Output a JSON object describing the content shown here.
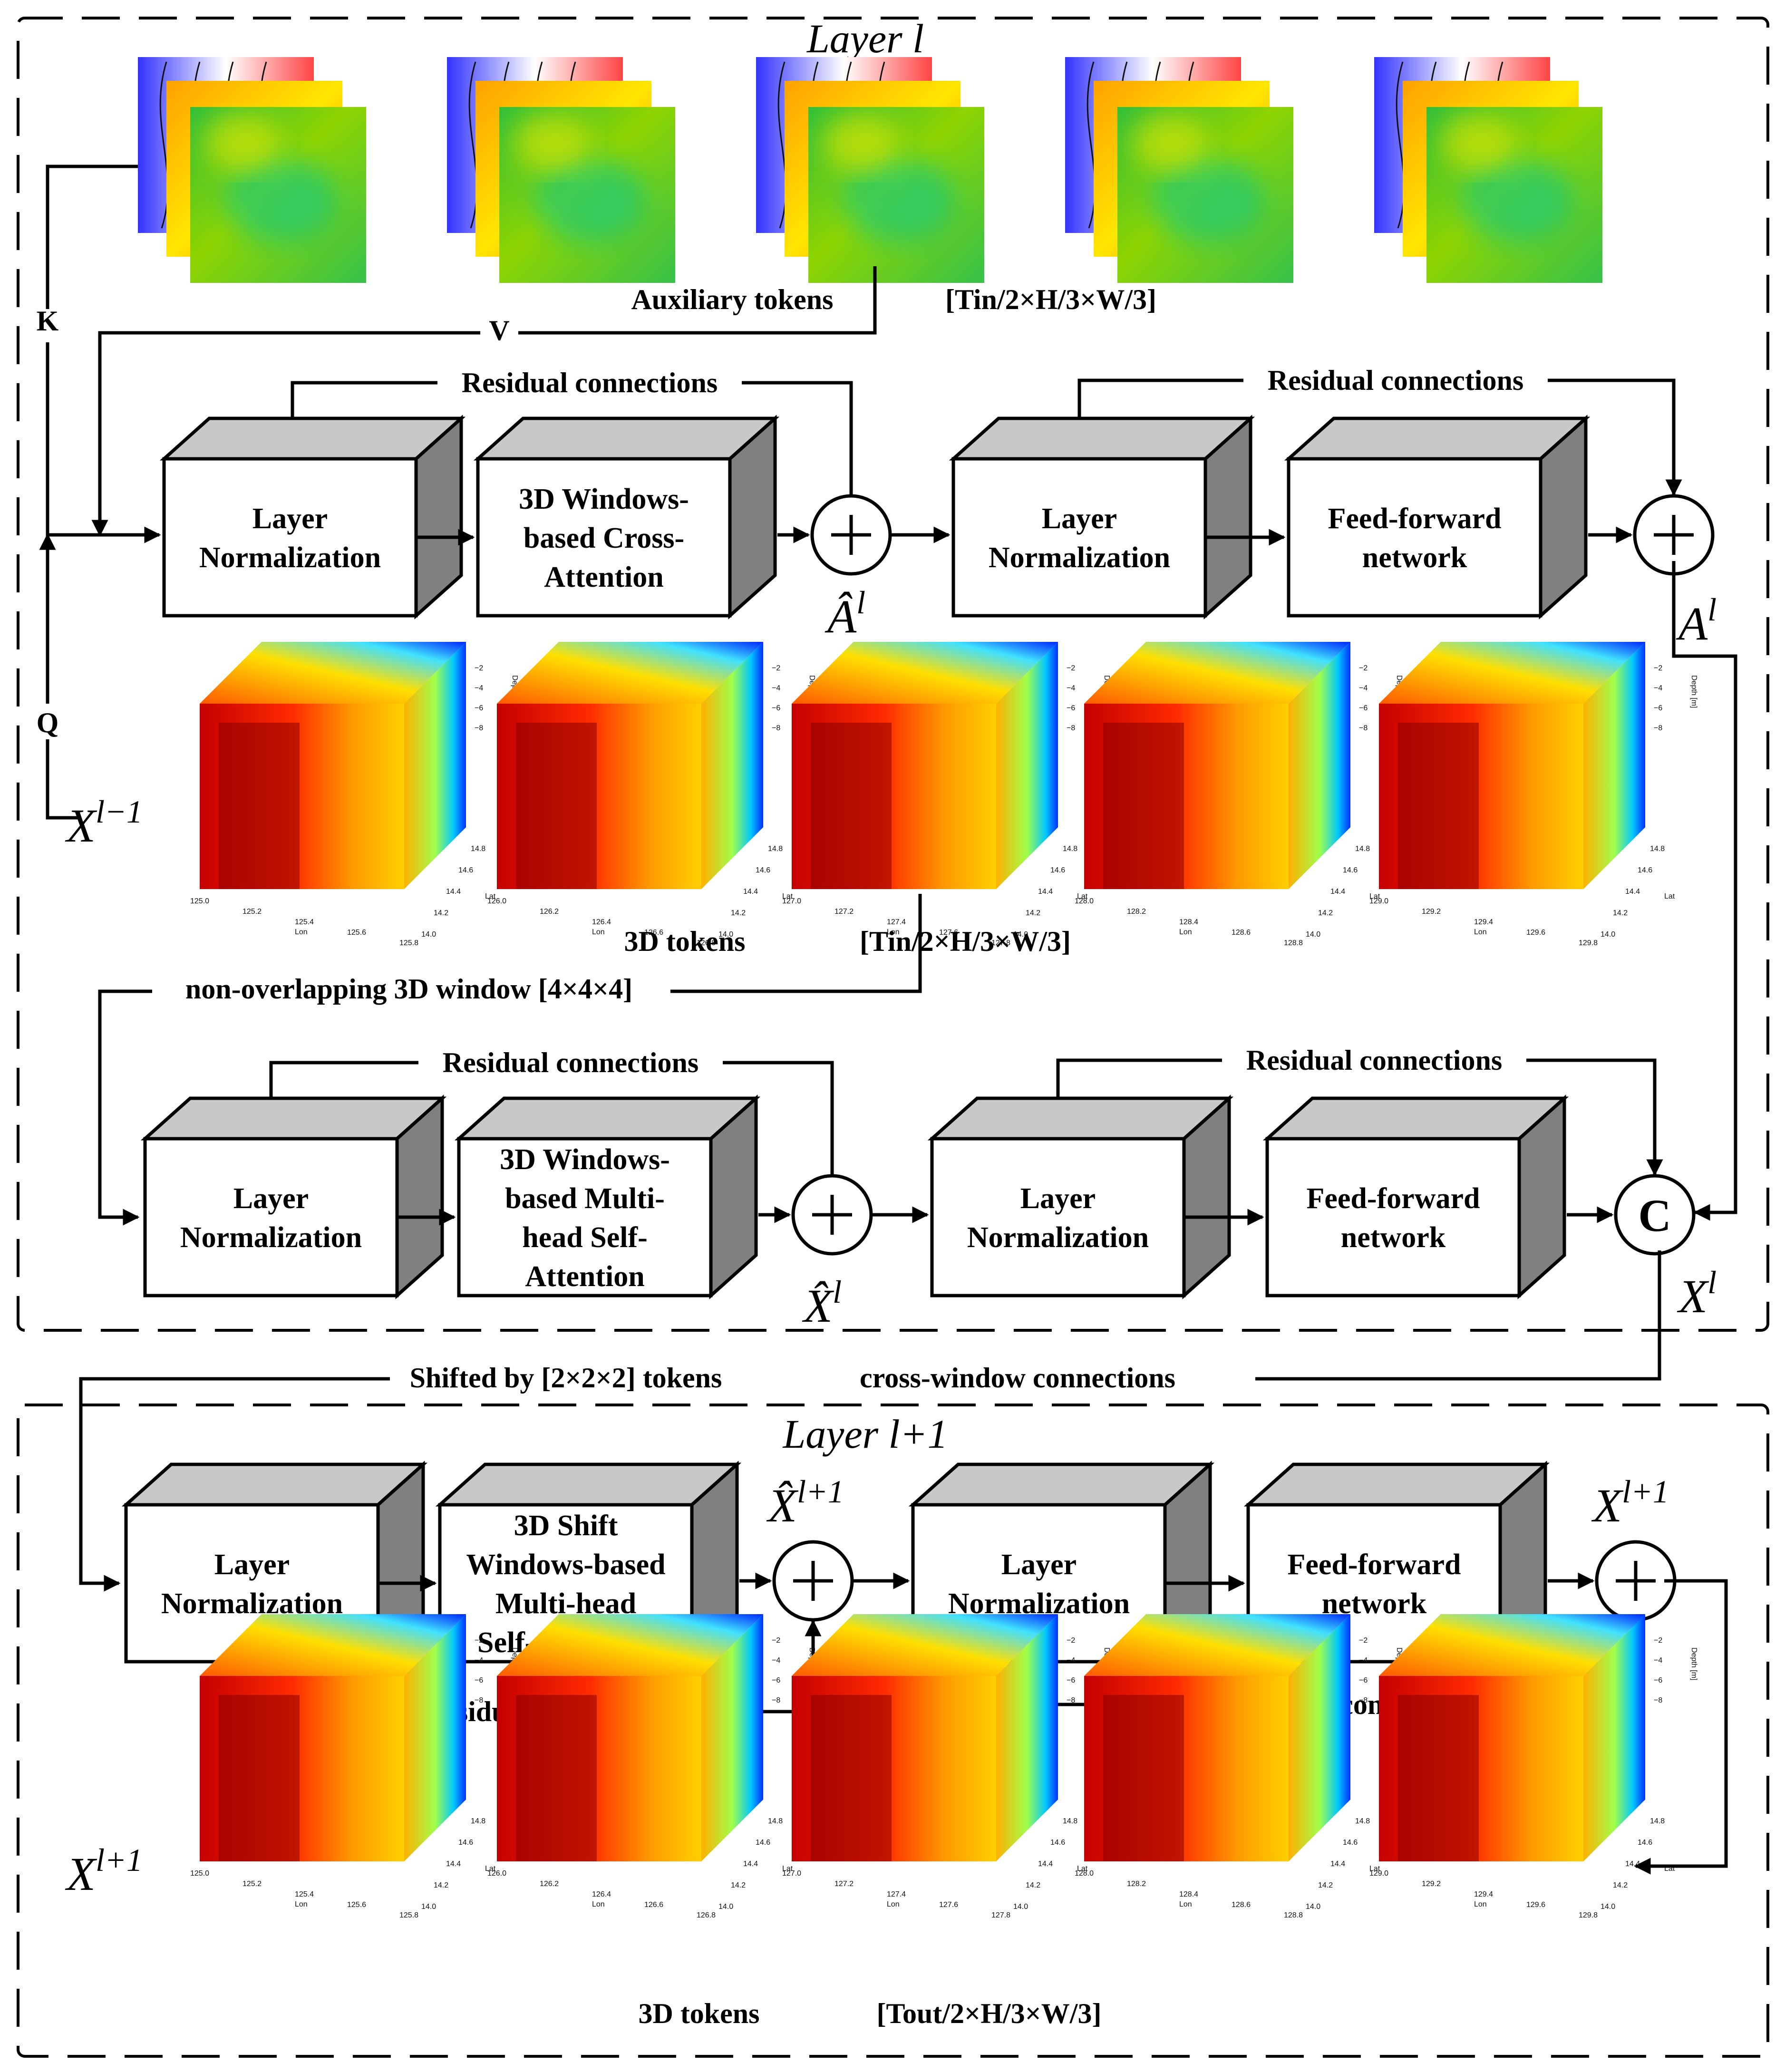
{
  "colors": {
    "line": "#000000",
    "cube_top": "#c8c8c8",
    "cube_side": "#808080",
    "cube_front": "#ffffff"
  },
  "layer_l": {
    "title": "Layer  l",
    "aux_tokens_label": "Auxiliary tokens",
    "aux_tokens_shape": "[Tin/2×H/3×W/3]",
    "K": "K",
    "V": "V",
    "Q": "Q",
    "input": "X",
    "input_sup": "l−1",
    "row1": {
      "ln1": [
        "Layer",
        "Normalization"
      ],
      "attn": [
        "3D Windows-",
        "based Cross-",
        "Attention"
      ],
      "ln2": [
        "Layer",
        "Normalization"
      ],
      "ffn": [
        "Feed-forward",
        "network"
      ],
      "res1": "Residual connections",
      "res2": "Residual connections",
      "sum1": "Â",
      "sum1_sup": "l",
      "sum2": "A",
      "sum2_sup": "l"
    },
    "tokens3d_label": "3D tokens",
    "tokens3d_shape": "[Tin/2×H/3×W/3]",
    "window_label": "non-overlapping 3D window [4×4×4]",
    "row2": {
      "ln1": [
        "Layer",
        "Normalization"
      ],
      "attn": [
        "3D Windows-",
        "based Multi-",
        "head Self-",
        "Attention"
      ],
      "ln2": [
        "Layer",
        "Normalization"
      ],
      "ffn": [
        "Feed-forward",
        "network"
      ],
      "res1": "Residual connections",
      "res2": "Residual connections",
      "sum1": "X̂",
      "sum1_sup": "l",
      "concat": "C",
      "out": "X",
      "out_sup": "l"
    }
  },
  "shift_label": "Shifted by [2×2×2] tokens",
  "crosswin_label": "cross-window connections",
  "layer_l1": {
    "title": "Layer  l+1",
    "ln1": [
      "Layer",
      "Normalization"
    ],
    "attn": [
      "3D Shift",
      "Windows-based",
      "Multi-head",
      "Self-Attention"
    ],
    "ln2": [
      "Layer",
      "Normalization"
    ],
    "ffn": [
      "Feed-forward",
      "network"
    ],
    "res1": "Residual connections",
    "res2": "Residual connections",
    "sum1": "X̂",
    "sum1_sup": "l+1",
    "sum2": "X",
    "sum2_sup": "l+1",
    "output": "X",
    "output_sup": "l+1",
    "tokens3d_label": "3D tokens",
    "tokens3d_shape": "[Tout/2×H/3×W/3]"
  },
  "cube_axes": {
    "depth_label": "Depth [m]",
    "depth_ticks": [
      "−2",
      "−4",
      "−6",
      "−8"
    ],
    "lat_label": "Lat",
    "lat_ticks": [
      "14.8",
      "14.6",
      "14.4",
      "14.2",
      "14.0"
    ],
    "lon_label": "Lon",
    "lon_ticks_sets": [
      [
        "125.0",
        "125.2",
        "125.4",
        "125.6",
        "125.8"
      ],
      [
        "126.0",
        "126.2",
        "126.4",
        "126.6",
        "126.8"
      ],
      [
        "127.0",
        "127.2",
        "127.4",
        "127.6",
        "127.8"
      ],
      [
        "128.0",
        "128.2",
        "128.4",
        "128.6",
        "128.8"
      ],
      [
        "129.0",
        "129.2",
        "129.4",
        "129.6",
        "129.8"
      ]
    ]
  }
}
